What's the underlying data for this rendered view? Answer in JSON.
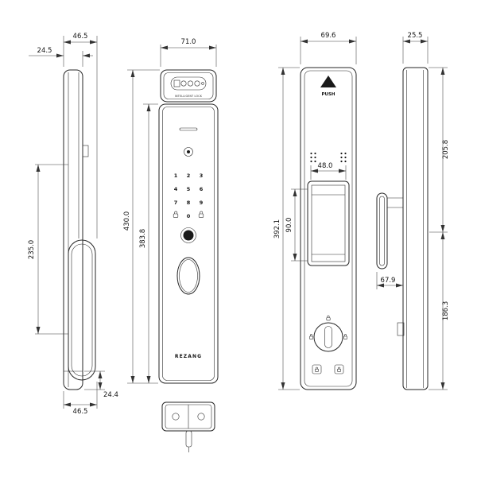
{
  "drawing": {
    "left_view": {
      "top_width": "46.5",
      "top_depth": "24.5",
      "slot_height": "235.0",
      "bottom_offset": "24.4",
      "bottom_width": "46.5"
    },
    "front_view": {
      "width": "71.0",
      "total_height": "430.0",
      "body_height": "383.8",
      "module_label": "INTELLIGENT LOCK",
      "brand": "REZANG",
      "keys": [
        "1",
        "2",
        "3",
        "4",
        "5",
        "6",
        "7",
        "8",
        "9",
        "0"
      ]
    },
    "back_view": {
      "width": "69.6",
      "height": "392.1",
      "battery_width": "48.0",
      "battery_height": "90.0",
      "push_label": "PUSH"
    },
    "right_view": {
      "width": "25.5",
      "upper_height": "205.8",
      "lower_height": "186.3",
      "handle_depth": "67.9"
    }
  }
}
